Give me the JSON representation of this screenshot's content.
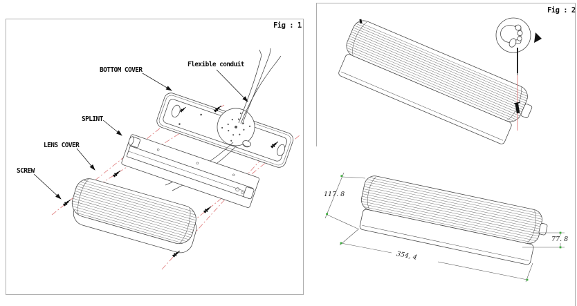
{
  "figure1": {
    "title": "Fig : 1",
    "labels": {
      "bottom_cover": "BOTTOM COVER",
      "flexible_conduit": "Flexible conduit",
      "splint": "SPLINT",
      "lens_cover": "LENS COVER",
      "screw": "SCREW"
    }
  },
  "figure2": {
    "title": "Fig : 2"
  },
  "dimensions": {
    "width": "117. 8",
    "height": "77. 8",
    "length": "354, 4"
  },
  "colors": {
    "line": "#4a4a4a",
    "border": "#adadad",
    "axis_red": "#e28585",
    "tick_green": "#3fae3f",
    "label": "#111111"
  }
}
